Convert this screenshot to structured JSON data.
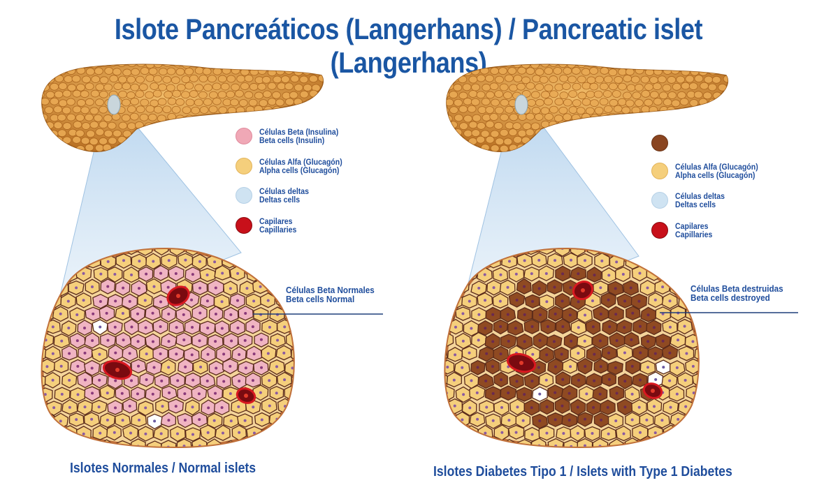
{
  "title": "Islote Pancreáticos (Langerhans) / Pancreatic islet (Langerhans)",
  "colors": {
    "title": "#1a56a3",
    "text": "#1f4d9c",
    "beta": "#f0a8b6",
    "alpha": "#f5cf7c",
    "delta": "#cfe3f2",
    "capillary": "#c8101a",
    "destroyed": "#8a4520",
    "pancreas": "#d89a45"
  },
  "normal": {
    "legend": [
      {
        "icon": "beta-cell-swatch",
        "line1": "Células Beta (Insulina)",
        "line2": "Beta cells (Insulin)"
      },
      {
        "icon": "alpha-cell-swatch",
        "line1": "Células Alfa (Glucagón)",
        "line2": "Alpha cells (Glucagón)"
      },
      {
        "icon": "delta-cell-swatch",
        "line1": "Células deltas",
        "line2": "Deltas cells"
      },
      {
        "icon": "capillary-swatch",
        "line1": "Capilares",
        "line2": "Capillaries"
      }
    ],
    "callout": {
      "line1": "Células Beta Normales",
      "line2": "Beta cells Normal"
    },
    "caption": "Islotes Normales / Normal islets"
  },
  "diabetes": {
    "legend": [
      {
        "icon": "destroyed-beta-swatch",
        "line1": "",
        "line2": ""
      },
      {
        "icon": "alpha-cell-swatch",
        "line1": "Células Alfa (Glucagón)",
        "line2": "Alpha cells (Glucagón)"
      },
      {
        "icon": "delta-cell-swatch",
        "line1": "Células deltas",
        "line2": "Deltas cells"
      },
      {
        "icon": "capillary-swatch",
        "line1": "Capilares",
        "line2": "Capillaries"
      }
    ],
    "callout": {
      "line1": "Células Beta destruidas",
      "line2": "Beta cells destroyed"
    },
    "caption": "Islotes Diabetes Tipo 1 / Islets with Type 1 Diabetes"
  }
}
